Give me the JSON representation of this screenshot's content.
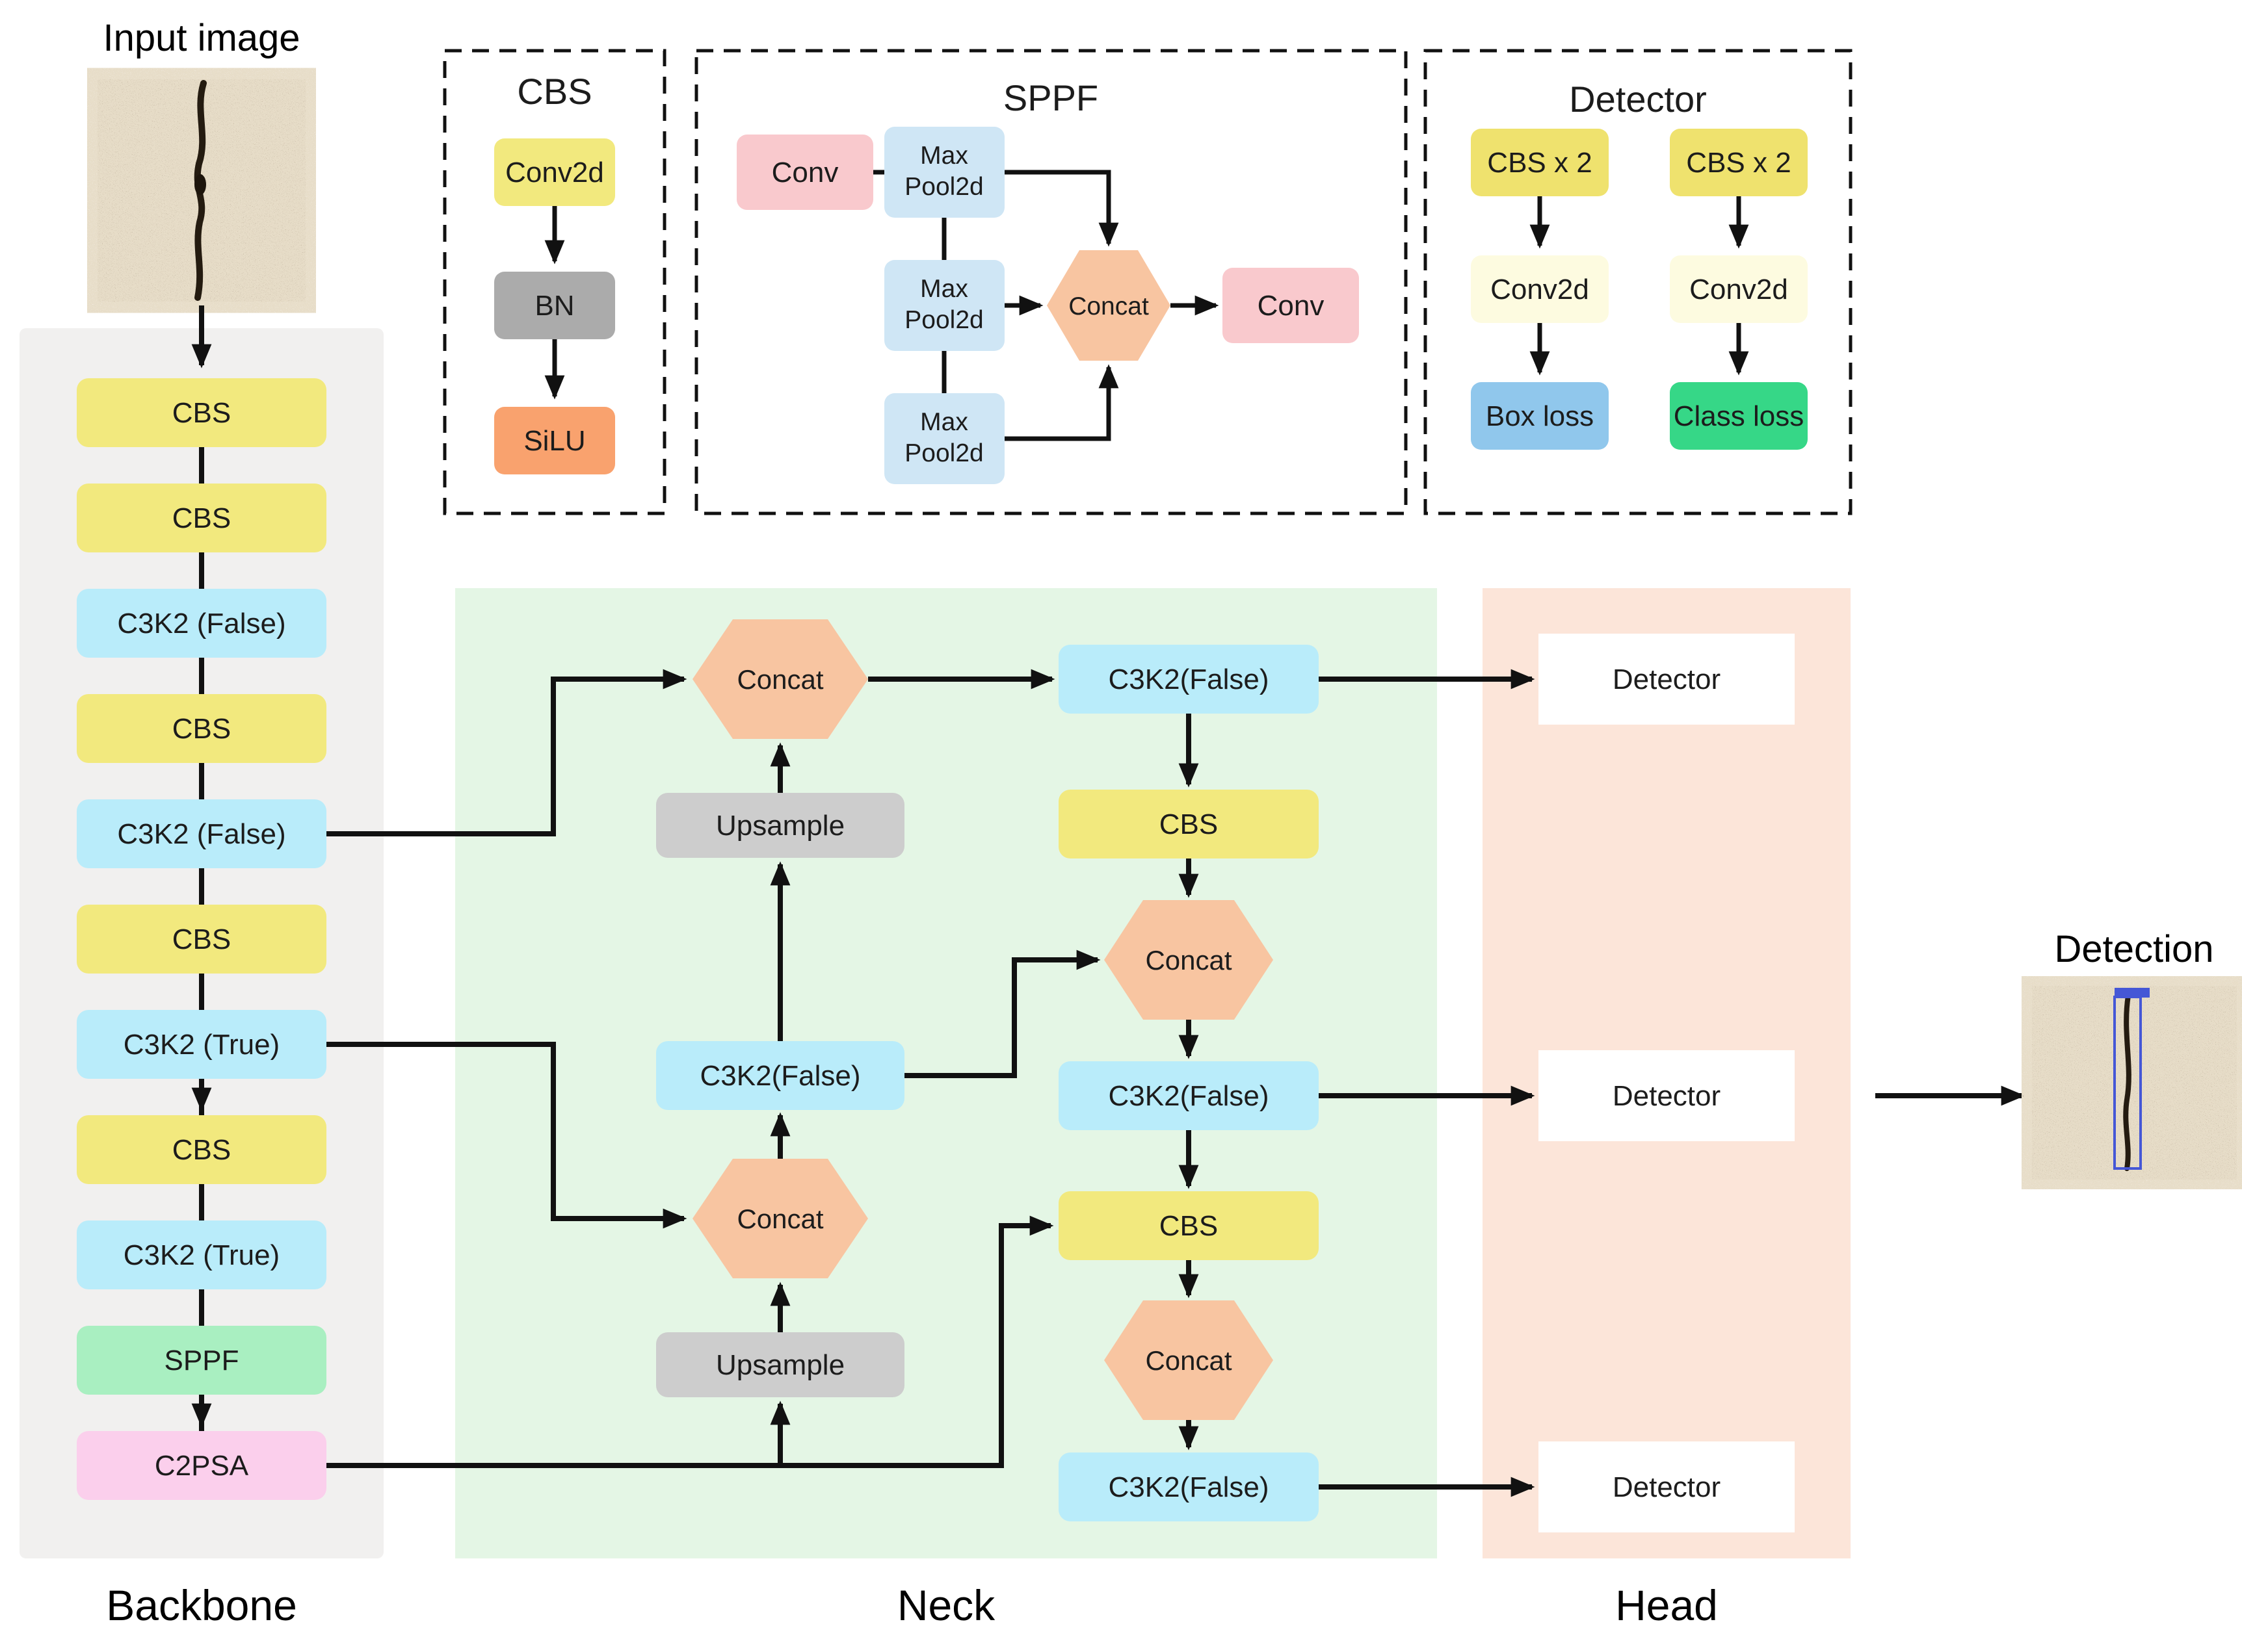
{
  "titles": {
    "input_image": "Input image",
    "detection": "Detection",
    "backbone": "Backbone",
    "neck": "Neck",
    "head": "Head"
  },
  "legend_cbs": {
    "title": "CBS",
    "conv2d": "Conv2d",
    "bn": "BN",
    "silu": "SiLU"
  },
  "legend_sppf": {
    "title": "SPPF",
    "conv_in": "Conv",
    "maxpool_line1": "Max",
    "maxpool_line2": "Pool2d",
    "concat": "Concat",
    "conv_out": "Conv"
  },
  "legend_detector": {
    "title": "Detector",
    "cbs_x2": "CBS x 2",
    "conv2d": "Conv2d",
    "box_loss": "Box loss",
    "class_loss": "Class loss"
  },
  "backbone": {
    "blocks": [
      "CBS",
      "CBS",
      "C3K2 (False)",
      "CBS",
      "C3K2 (False)",
      "CBS",
      "C3K2 (True)",
      "CBS",
      "C3K2 (True)",
      "SPPF",
      "C2PSA"
    ]
  },
  "neck": {
    "concat_top": "Concat",
    "upsample_top": "Upsample",
    "c3k2_mid_left": "C3K2(False)",
    "concat_mid": "Concat",
    "upsample_bottom": "Upsample",
    "c3k2_top_right": "C3K2(False)",
    "cbs_right_1": "CBS",
    "concat_right_1": "Concat",
    "c3k2_mid_right": "C3K2(False)",
    "cbs_right_2": "CBS",
    "concat_right_2": "Concat",
    "c3k2_bottom_right": "C3K2(False)"
  },
  "head": {
    "detector_1": "Detector",
    "detector_2": "Detector",
    "detector_3": "Detector"
  },
  "colors": {
    "line": "#111111",
    "yellow": "#F2E97E",
    "yellow_deep": "#EFE26E",
    "blue": "#B9ECFA",
    "pale_blue": "#CFE6F5",
    "green": "#A9EFC1",
    "pink": "#FBCFEC",
    "gray": "#CDCDCD",
    "dark_gray": "#ABABAB",
    "orange": "#F9A26E",
    "salmon": "#F8C5A1",
    "conv_pink": "#F9C9CD",
    "cream": "#FDFBE0",
    "loss_blue": "#90C7EC",
    "loss_green": "#36D787",
    "backbone_bg": "#F1F0EF",
    "neck_bg": "#E4F6E5",
    "head_bg": "#FCE5D9",
    "detector_white": "#FFFFFF",
    "bbox_blue": "#4557D6"
  }
}
